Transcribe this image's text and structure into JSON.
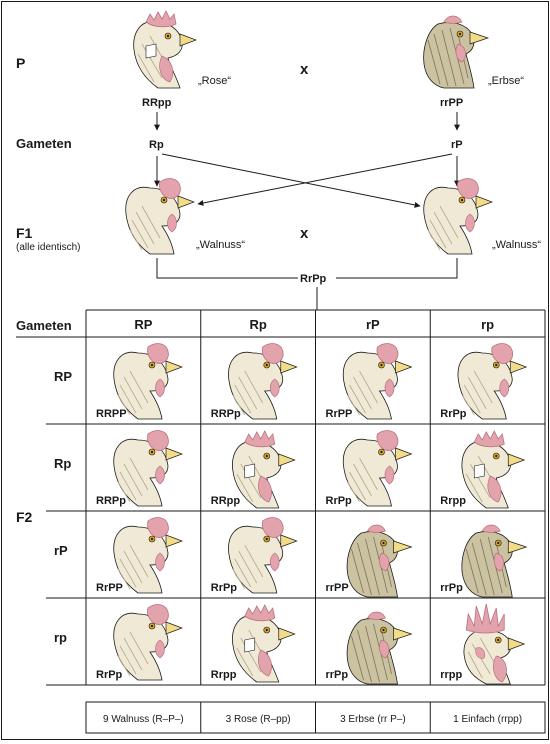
{
  "parents": {
    "row_label": "P",
    "cross_symbol": "x",
    "left": {
      "name": "„Rose“",
      "genotype": "RRpp",
      "gamete": "Rp",
      "head": "rose"
    },
    "right": {
      "name": "„Erbse“",
      "genotype": "rrPP",
      "gamete": "rP",
      "head": "pea"
    }
  },
  "gametes_label": "Gameten",
  "f1": {
    "row_label": "F1",
    "note": "(alle identisch)",
    "cross_symbol": "x",
    "left_name": "„Walnuss“",
    "right_name": "„Walnuss“",
    "genotype": "RrPp",
    "head": "walnut"
  },
  "f2": {
    "row_label": "F2",
    "gametes_label": "Gameten",
    "col_headers": [
      "RP",
      "Rp",
      "rP",
      "rp"
    ],
    "row_headers": [
      "RP",
      "Rp",
      "rP",
      "rp"
    ],
    "cells": [
      [
        {
          "g": "RRPP",
          "h": "walnut"
        },
        {
          "g": "RRPp",
          "h": "walnut"
        },
        {
          "g": "RrPP",
          "h": "walnut"
        },
        {
          "g": "RrPp",
          "h": "walnut"
        }
      ],
      [
        {
          "g": "RRPp",
          "h": "walnut"
        },
        {
          "g": "RRpp",
          "h": "rose"
        },
        {
          "g": "RrPp",
          "h": "walnut"
        },
        {
          "g": "Rrpp",
          "h": "rose"
        }
      ],
      [
        {
          "g": "RrPP",
          "h": "walnut"
        },
        {
          "g": "RrPp",
          "h": "walnut"
        },
        {
          "g": "rrPP",
          "h": "pea"
        },
        {
          "g": "rrPp",
          "h": "pea"
        }
      ],
      [
        {
          "g": "RrPp",
          "h": "walnut"
        },
        {
          "g": "Rrpp",
          "h": "rose"
        },
        {
          "g": "rrPp",
          "h": "pea"
        },
        {
          "g": "rrpp",
          "h": "single"
        }
      ]
    ],
    "summary": [
      "9 Walnuss (R–P–)",
      "3 Rose (R–pp)",
      "3 Erbse (rr P–)",
      "1 Einfach (rrpp)"
    ]
  },
  "colors": {
    "line": "#1a1a1a",
    "feather_light": "#efe9d6",
    "feather_dark": "#b2a98a",
    "comb": "#e3a3ad",
    "comb_edge": "#b9707c",
    "beak": "#f2dc87",
    "eye": "#d9a520"
  }
}
